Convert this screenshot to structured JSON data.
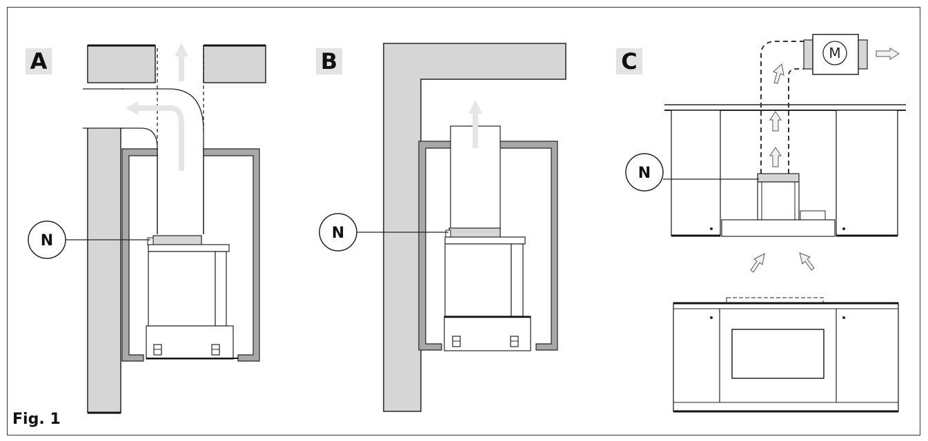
{
  "figure": {
    "caption": "Fig. 1"
  },
  "panels": [
    {
      "id": "A",
      "label": "A",
      "marker": "N"
    },
    {
      "id": "B",
      "label": "B",
      "marker": "N"
    },
    {
      "id": "C",
      "label": "C",
      "marker": "N",
      "motor_label": "M"
    }
  ],
  "colors": {
    "wall": "#d6d6d6",
    "outline": "#222222",
    "arrow": "#e6e6e6"
  }
}
